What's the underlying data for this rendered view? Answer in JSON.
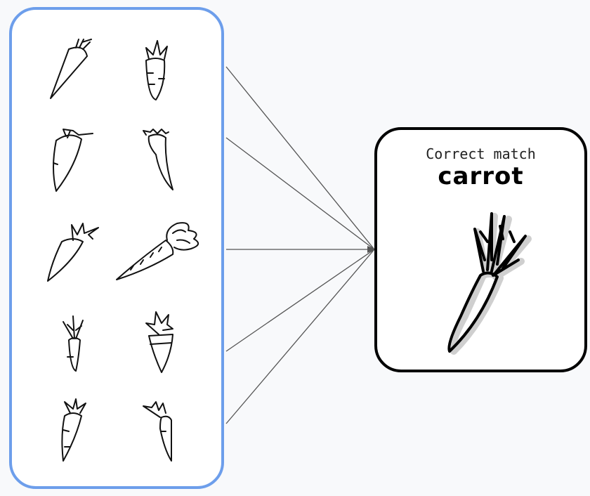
{
  "diagram": {
    "candidate_count": 10,
    "match": {
      "title": "Correct match",
      "word": "carrot"
    }
  }
}
